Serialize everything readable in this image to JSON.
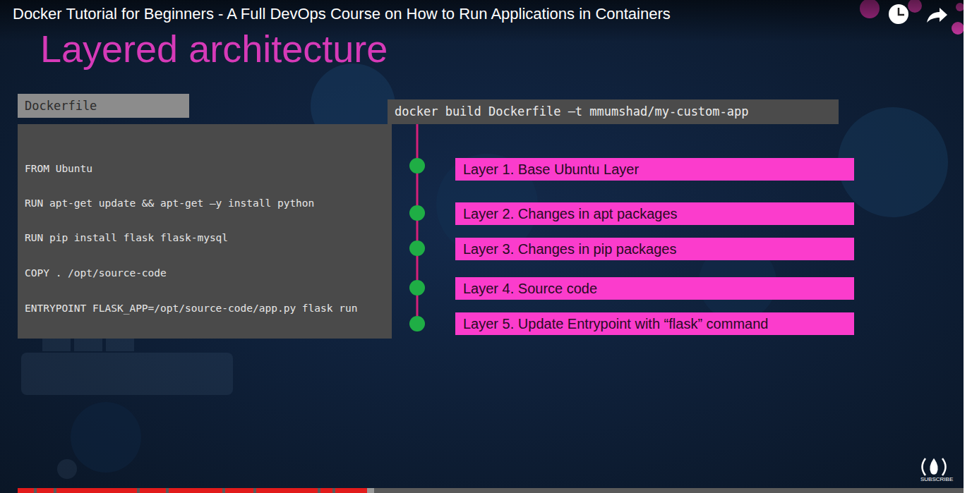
{
  "diagram": {
    "title": "Layered architecture",
    "nodes": [
      {
        "text": [
          "Dockerfile"
        ]
      },
      {
        "text": [
          "FROM Ubuntu",
          "RUN apt-get update && apt-get –y install python",
          "RUN pip install flask flask-mysql",
          "COPY . /opt/source-code",
          "ENTRYPOINT FLASK_APP=/opt/source-code/app.py flask run"
        ]
      },
      {
        "text": [
          "docker build Dockerfile –t mmumshad/my-custom-app"
        ]
      },
      {
        "text": [
          "Layer 1. Base Ubuntu Layer"
        ]
      },
      {
        "text": [
          "Layer 2. Changes in apt packages"
        ]
      },
      {
        "text": [
          "Layer 3. Changes in pip packages"
        ]
      },
      {
        "text": [
          "Layer 4. Source code"
        ]
      },
      {
        "text": [
          "Layer 5. Update Entrypoint with “flask” command"
        ]
      }
    ],
    "labels": [
      "Docker Tutorial for Beginners - A Full DevOps Course on How to Run Applications in Containers",
      "SUBSCRIBE"
    ]
  }
}
